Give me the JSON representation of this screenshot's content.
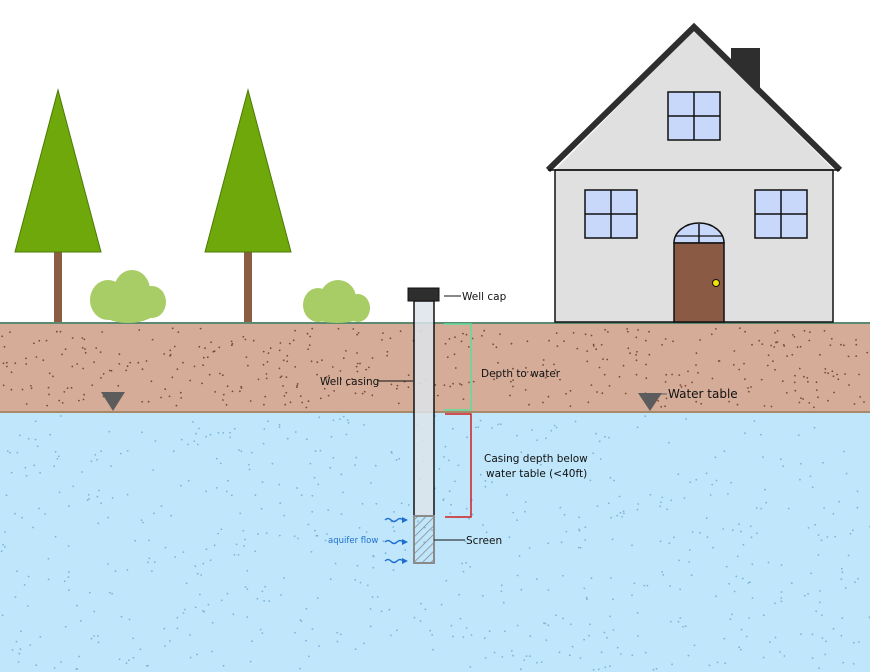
{
  "title": "Well construction diagram",
  "labels": {
    "well_cap": "Well cap",
    "well_casing": "Well casing",
    "depth_to_water": "Depth to water",
    "water_table": "Water table",
    "casing_depth_line1": "Casing depth below",
    "casing_depth_line2": "water table (<40ft)",
    "screen": "Screen",
    "aquifer_flow": "aquifer flow"
  },
  "colors": {
    "soil": "#d4ac98",
    "soil_dots": "#7a4a3a",
    "aquifer": "#bfe6fb",
    "aquifer_dots": "#7fb4d6",
    "ground_line": "#5a8a70",
    "tree_green": "#6fa80a",
    "trunk": "#8b5e44",
    "bush": "#a8cc66",
    "house_wall": "#e0e0e0",
    "roof": "#2e2e2e",
    "window": "#c7d8fb",
    "door": "#8b5a44",
    "knob": "#f2e300",
    "depth_bracket": "#5edb9a",
    "casing_bracket": "#d21f1f",
    "water_table_marker": "#5c5c5c",
    "flow_arrow": "#1f6fd0"
  }
}
